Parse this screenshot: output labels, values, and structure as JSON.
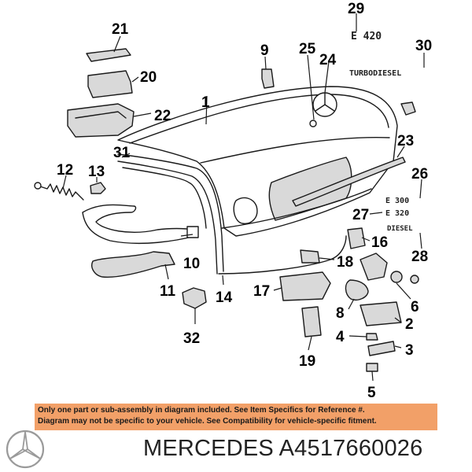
{
  "callouts": [
    "29",
    "21",
    "30",
    "9",
    "25",
    "24",
    "20",
    "1",
    "22",
    "23",
    "31",
    "12",
    "13",
    "26",
    "27",
    "16",
    "28",
    "10",
    "18",
    "11",
    "14",
    "17",
    "6",
    "8",
    "2",
    "32",
    "4",
    "3",
    "19",
    "5"
  ],
  "badges": {
    "b_e420": "E 420",
    "b_turbo": "TURBODIESEL",
    "b_e300": "E 300",
    "b_e320": "E 320",
    "b_diesel": "DIESEL"
  },
  "disclaimer": {
    "line1": "Only one part or sub-assembly in diagram included. See Item Specifics for Reference #.",
    "line2": "Diagram may not be specific to your vehicle. See Compatibility for vehicle-specific fitment."
  },
  "footer": {
    "brand": "MERCEDES",
    "part_number": "A4517660026"
  },
  "colors": {
    "line": "#1a1a1a",
    "part_fill": "#d9d9d9",
    "disclaimer_bg": "#f2a068",
    "footer_text": "#222222"
  },
  "icons": {
    "brand_logo": "mercedes-star-icon"
  }
}
